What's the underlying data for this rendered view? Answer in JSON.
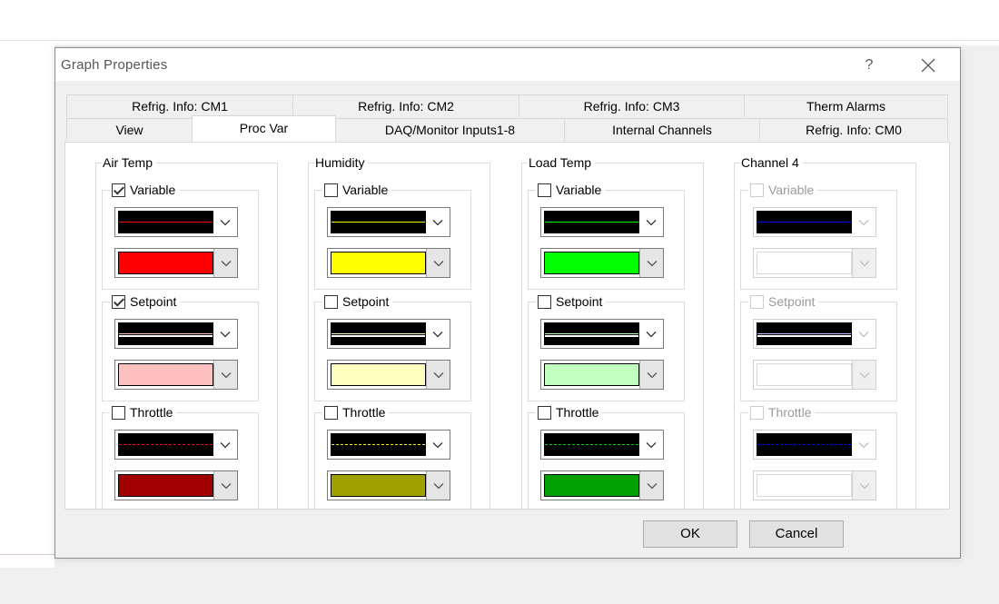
{
  "window": {
    "title": "Graph Properties",
    "help_label": "?",
    "close_label": "✕"
  },
  "tabs_row1": [
    "Refrig. Info: CM1",
    "Refrig. Info: CM2",
    "Refrig. Info: CM3",
    "Therm Alarms"
  ],
  "tabs_row2": [
    "View",
    "Proc Var",
    "DAQ/Monitor Inputs1-8",
    "Internal Channels",
    "Refrig. Info: CM0"
  ],
  "active_tab": "Proc Var",
  "groups": [
    {
      "label": "Air Temp",
      "enabled": true,
      "items": [
        {
          "label": "Variable",
          "checked": true,
          "line_color": "#ff0000",
          "line_style": "solid",
          "fill_color": "#ff0000"
        },
        {
          "label": "Setpoint",
          "checked": true,
          "line_color": "#ffc0c0",
          "line_style": "solid",
          "fill_color": "#ffc0c0"
        },
        {
          "label": "Throttle",
          "checked": false,
          "line_color": "#ff0000",
          "line_style": "dashed",
          "fill_color": "#a00000"
        }
      ]
    },
    {
      "label": "Humidity",
      "enabled": true,
      "items": [
        {
          "label": "Variable",
          "checked": false,
          "line_color": "#ffff00",
          "line_style": "solid",
          "fill_color": "#ffff00"
        },
        {
          "label": "Setpoint",
          "checked": false,
          "line_color": "#ffffc0",
          "line_style": "solid",
          "fill_color": "#ffffc0"
        },
        {
          "label": "Throttle",
          "checked": false,
          "line_color": "#ffff00",
          "line_style": "dashed",
          "fill_color": "#a0a000"
        }
      ]
    },
    {
      "label": "Load Temp",
      "enabled": true,
      "items": [
        {
          "label": "Variable",
          "checked": false,
          "line_color": "#00ff00",
          "line_style": "solid",
          "fill_color": "#00ff00"
        },
        {
          "label": "Setpoint",
          "checked": false,
          "line_color": "#c0ffc0",
          "line_style": "solid",
          "fill_color": "#c0ffc0"
        },
        {
          "label": "Throttle",
          "checked": false,
          "line_color": "#00d000",
          "line_style": "dashed",
          "fill_color": "#00a000"
        }
      ]
    },
    {
      "label": "Channel 4",
      "enabled": false,
      "items": [
        {
          "label": "Variable",
          "checked": false,
          "line_color": "#0000ff",
          "line_style": "solid",
          "fill_color": "#ffffff"
        },
        {
          "label": "Setpoint",
          "checked": false,
          "line_color": "#c0c0ff",
          "line_style": "solid",
          "fill_color": "#ffffff"
        },
        {
          "label": "Throttle",
          "checked": false,
          "line_color": "#0000ff",
          "line_style": "dashed",
          "fill_color": "#ffffff"
        }
      ]
    }
  ],
  "buttons": {
    "ok": "OK",
    "cancel": "Cancel"
  },
  "icons": {
    "dropdown": "chevron-down-icon",
    "check": "check-icon"
  }
}
